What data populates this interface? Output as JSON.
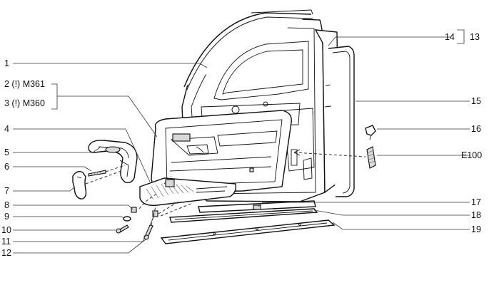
{
  "callouts": [
    {
      "id": "c1",
      "text": "1"
    },
    {
      "id": "c2",
      "text": "2 (!) M361"
    },
    {
      "id": "c3",
      "text": "3 (!) M360"
    },
    {
      "id": "c4",
      "text": "4"
    },
    {
      "id": "c5",
      "text": "5"
    },
    {
      "id": "c6",
      "text": "6"
    },
    {
      "id": "c7",
      "text": "7"
    },
    {
      "id": "c8",
      "text": "8"
    },
    {
      "id": "c9",
      "text": "9"
    },
    {
      "id": "c10",
      "text": "10"
    },
    {
      "id": "c11",
      "text": "11"
    },
    {
      "id": "c12",
      "text": "12"
    },
    {
      "id": "c13",
      "text": "13"
    },
    {
      "id": "c14",
      "text": "14"
    },
    {
      "id": "c15",
      "text": "15"
    },
    {
      "id": "c16",
      "text": "16"
    },
    {
      "id": "cE100",
      "text": "E100"
    },
    {
      "id": "c17",
      "text": "17"
    },
    {
      "id": "c18",
      "text": "18"
    },
    {
      "id": "c19",
      "text": "19"
    }
  ]
}
